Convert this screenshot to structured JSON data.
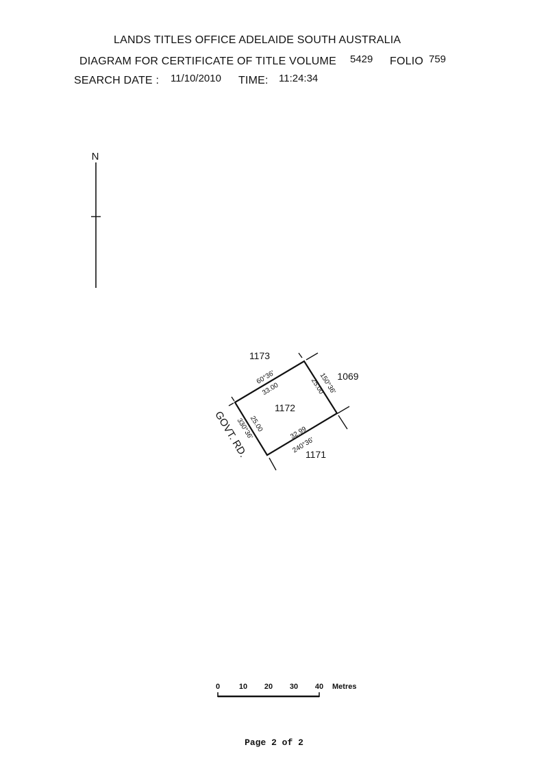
{
  "header": {
    "office": "LANDS TITLES OFFICE  ADELAIDE  SOUTH AUSTRALIA",
    "diagram_label": "DIAGRAM FOR CERTIFICATE OF TITLE VOLUME",
    "volume": "5429",
    "folio_label": "FOLIO",
    "folio": "759",
    "search_date_label": "SEARCH DATE :",
    "search_date": "11/10/2010",
    "time_label": "TIME:",
    "time": "11:24:34"
  },
  "diagram": {
    "north": "N",
    "allotment": "1172",
    "neighbours": {
      "north_west": "1173",
      "north_east": "1069",
      "south_east": "1171"
    },
    "road": "GOVT. RD.",
    "sides": {
      "north_west": {
        "bearing": "60°36'",
        "length": "33.00"
      },
      "north_east": {
        "bearing": "150°36'",
        "length": "25.00"
      },
      "south_east": {
        "bearing": "240°36'",
        "length": "32.99"
      },
      "south_west": {
        "bearing": "330°36'",
        "length": "25.00"
      }
    }
  },
  "scale_bar": {
    "ticks": [
      "0",
      "10",
      "20",
      "30",
      "40"
    ],
    "unit": "Metres"
  },
  "footer": {
    "page": "Page 2 of 2"
  }
}
